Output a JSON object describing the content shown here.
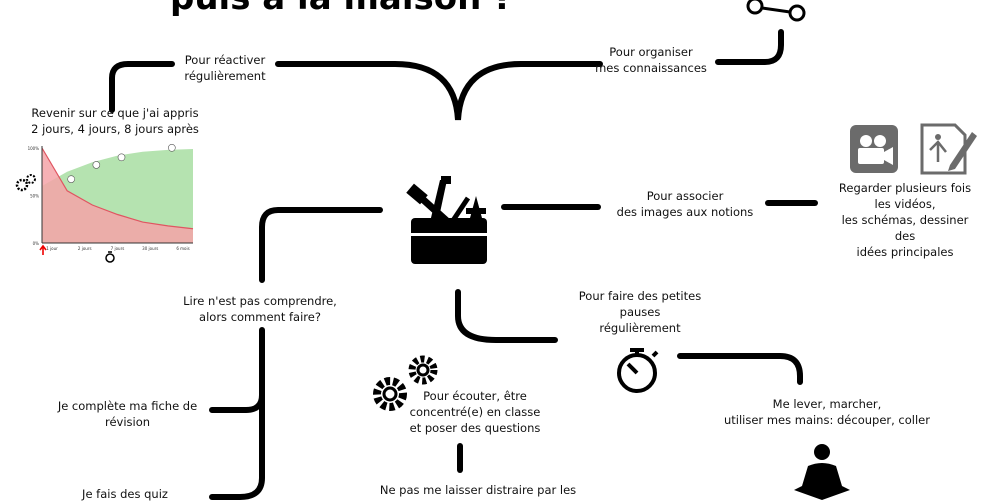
{
  "title_fragment": "puis à la maison ?",
  "labels": {
    "reactivate": "Pour réactiver\nrégulièrement",
    "revisit": "Revenir sur ce que j'ai appris\n2 jours, 4 jours, 8 jours après",
    "organize": "Pour organiser\nmes connaissances",
    "associate": "Pour associer\ndes images aux notions",
    "watch": "Regarder plusieurs fois\nles vidéos,\nles schémas, dessiner\ndes\nidées principales",
    "pauses": "Pour faire des petites\npauses\nrégulièrement",
    "move": "Me lever, marcher,\nutiliser mes mains: découper, coller",
    "reading": "Lire n'est pas comprendre,\nalors comment faire?",
    "sheet": "Je complète ma fiche de\nrévision",
    "quiz": "Je fais des quiz",
    "listen": "Pour écouter, être\nconcentré(e) en classe\net poser des questions",
    "distract": "Ne pas me laisser distraire par les"
  },
  "chart_data": {
    "type": "area",
    "title": "",
    "xlabel": "",
    "ylabel": "",
    "y_tick_labels": [
      "100%",
      "50%",
      "0%"
    ],
    "x_tick_labels": [
      "1 jour",
      "2 jours",
      "7 jours",
      "30 jours",
      "6 mois"
    ],
    "series": [
      {
        "values": [
          100,
          55,
          40,
          30,
          22,
          18,
          15
        ]
      },
      {
        "values": [
          60,
          75,
          85,
          92,
          96,
          98,
          99
        ]
      }
    ],
    "ylim": [
      0,
      100
    ]
  },
  "colors": {
    "line": "#000000",
    "chart_red": "#f4a3a8",
    "chart_red_line": "#e05561",
    "chart_green": "#b5e3b0",
    "icon_gray": "#6b6b6b"
  },
  "icons": [
    "toolbox-icon",
    "network-icon",
    "video-camera-icon",
    "document-pen-icon",
    "stopwatch-icon",
    "gears-icon",
    "meditation-icon"
  ]
}
